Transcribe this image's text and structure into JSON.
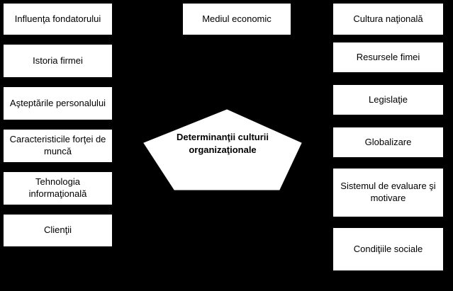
{
  "diagram": {
    "center": {
      "title": "Determinanţii culturii organizaţionale"
    },
    "top_box": {
      "label": "Mediul economic"
    },
    "left_boxes": [
      {
        "label": "Influenţa fondatorului"
      },
      {
        "label": "Istoria firmei"
      },
      {
        "label": "Aşteptările personalului"
      },
      {
        "label": "Caracteristicile forţei de muncă"
      },
      {
        "label": "Tehnologia informaţională"
      },
      {
        "label": "Clienţii"
      }
    ],
    "right_boxes": [
      {
        "label": "Cultura naţională"
      },
      {
        "label": "Resursele fimei"
      },
      {
        "label": "Legislaţie"
      },
      {
        "label": "Globalizare"
      },
      {
        "label": "Sistemul de evaluare şi motivare"
      },
      {
        "label": "Condiţiile sociale"
      }
    ],
    "colors": {
      "background": "#000000",
      "box_fill": "#ffffff",
      "text": "#000000"
    }
  }
}
